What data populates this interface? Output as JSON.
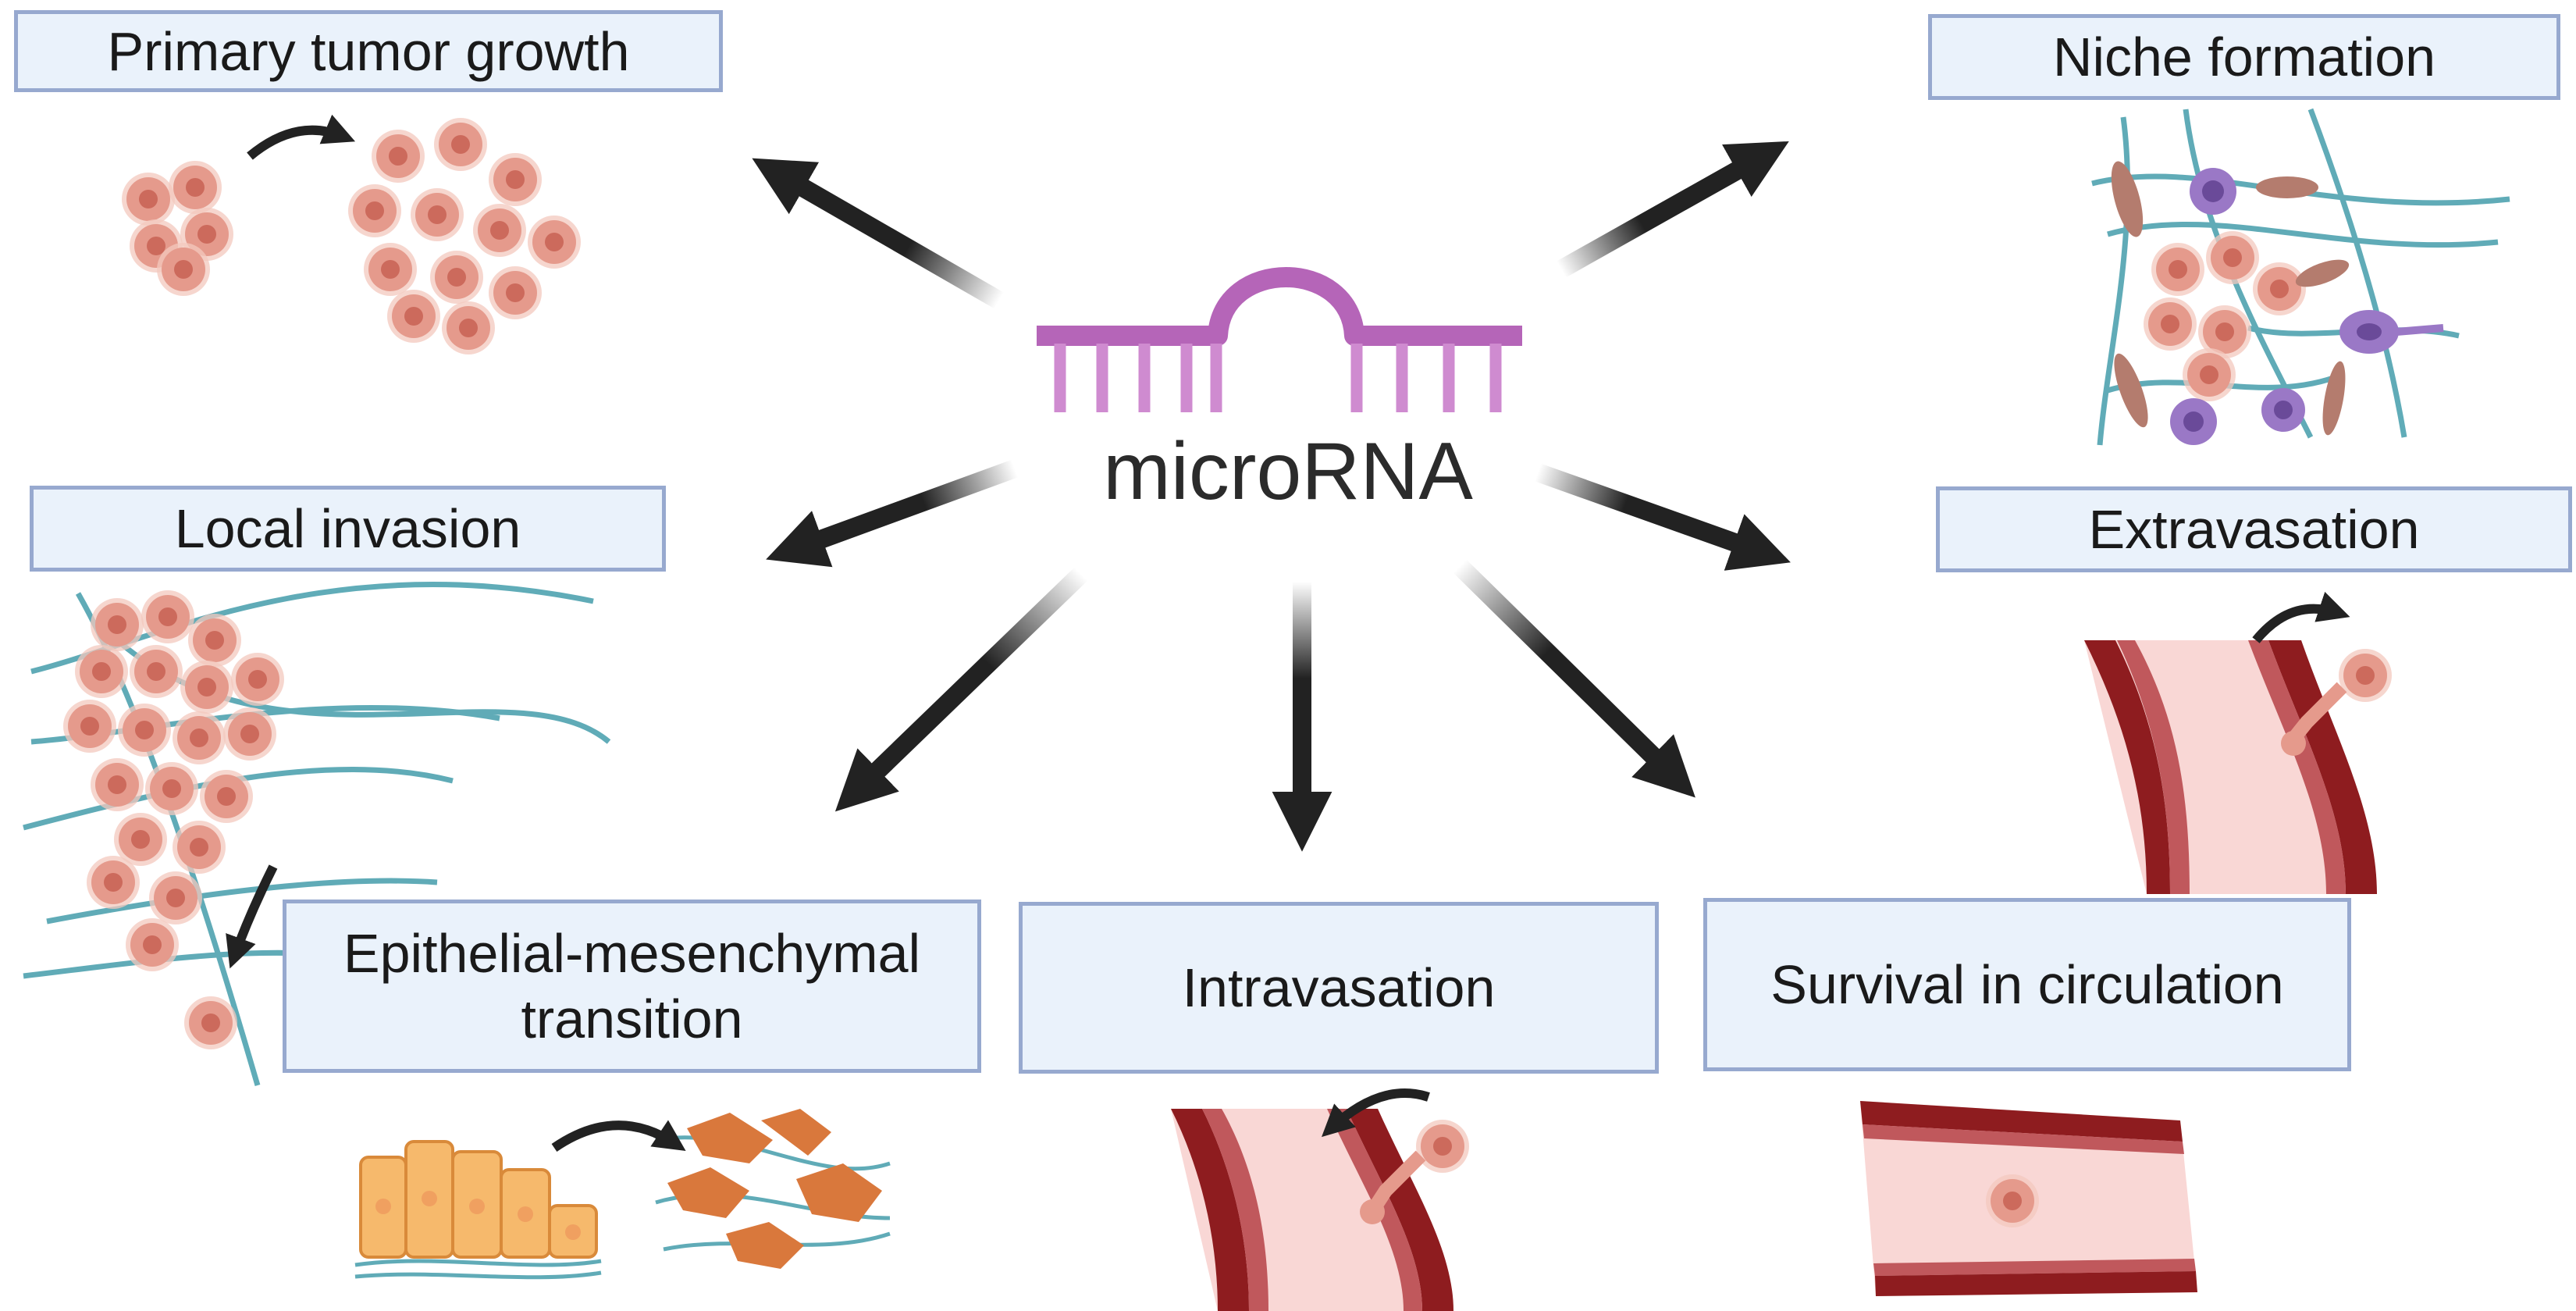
{
  "center": {
    "label": "microRNA"
  },
  "stages": {
    "primary_tumor_growth": "Primary tumor growth",
    "local_invasion": "Local invasion",
    "emt_line1": "Epithelial-mesenchymal",
    "emt_line2": "transition",
    "intravasation": "Intravasation",
    "survival_in_circulation": "Survival in circulation",
    "extravasation": "Extravasation",
    "niche_formation": "Niche formation"
  },
  "colors": {
    "label_fill": "#eaf2fb",
    "label_border": "#97a9cf",
    "mirna": "#b565b8",
    "arrow": "#222222",
    "tumor_cell": "#e59a8c",
    "tumor_nucleus": "#cc6a5c",
    "fiber": "#4fa3b0",
    "vessel_dark": "#8e1c1f",
    "vessel_mid": "#c0585c",
    "vessel_lumen": "#f9d7d5",
    "epithelial": "#f6b96c",
    "mesenchymal": "#d9783c",
    "immune": "#9a78c6"
  }
}
